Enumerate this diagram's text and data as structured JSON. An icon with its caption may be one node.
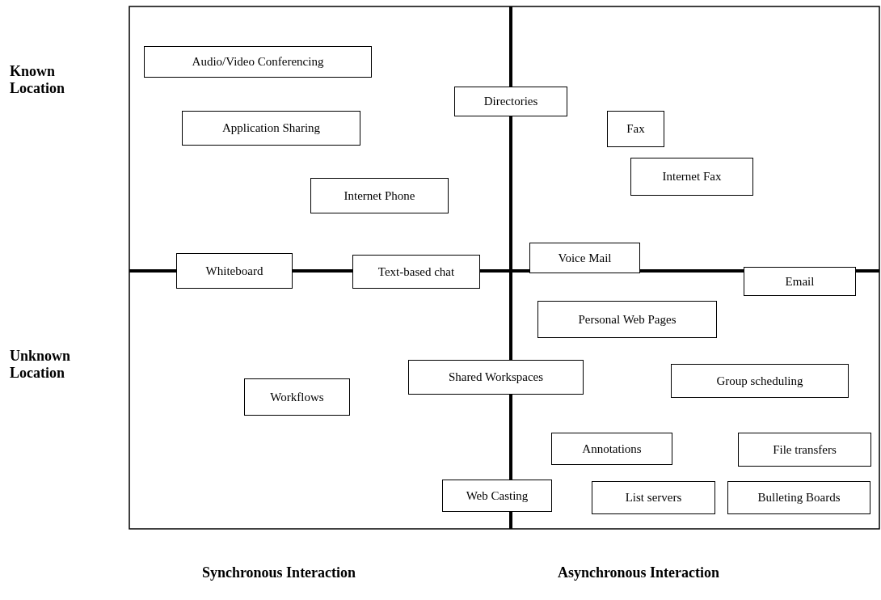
{
  "diagram": {
    "nodes": [
      {
        "text": [
          "Audio/Video Conferencing"
        ]
      },
      {
        "text": [
          "Directories"
        ]
      },
      {
        "text": [
          "Application Sharing"
        ]
      },
      {
        "text": [
          "Fax"
        ]
      },
      {
        "text": [
          "Internet Fax"
        ]
      },
      {
        "text": [
          "Internet Phone"
        ]
      },
      {
        "text": [
          "Voice Mail"
        ]
      },
      {
        "text": [
          "Whiteboard"
        ]
      },
      {
        "text": [
          "Text-based chat"
        ]
      },
      {
        "text": [
          "Email"
        ]
      },
      {
        "text": [
          "Personal Web Pages"
        ]
      },
      {
        "text": [
          "Shared Workspaces"
        ]
      },
      {
        "text": [
          "Group scheduling"
        ]
      },
      {
        "text": [
          "Workflows"
        ]
      },
      {
        "text": [
          "Annotations"
        ]
      },
      {
        "text": [
          "File transfers"
        ]
      },
      {
        "text": [
          "Web Casting"
        ]
      },
      {
        "text": [
          "List servers"
        ]
      },
      {
        "text": [
          "Bulleting Boards"
        ]
      }
    ],
    "labels": [
      "Known Location",
      "Unknown Location",
      "Synchronous Interaction",
      "Asynchronous Interaction"
    ]
  }
}
